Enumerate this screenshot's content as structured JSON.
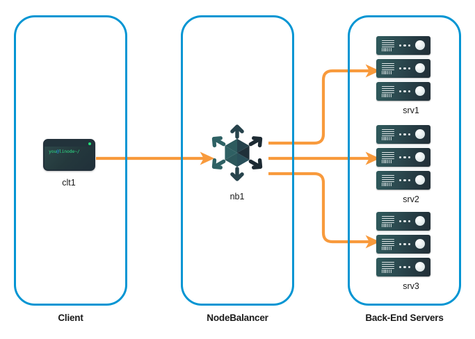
{
  "diagram": {
    "type": "network-architecture",
    "title": "NodeBalancer load balancing topology",
    "accent_blue": "#0295D3",
    "accent_orange": "#F89A3C",
    "node_dark": "#243840",
    "node_teal": "#2f5a5c",
    "background": "#FFFFFF"
  },
  "zones": [
    {
      "id": "client",
      "label": "Client"
    },
    {
      "id": "nodebalancer",
      "label": "NodeBalancer"
    },
    {
      "id": "servers",
      "label": "Back-End Servers"
    }
  ],
  "nodes": {
    "client": {
      "label": "clt1",
      "icon": "terminal-icon",
      "terminal_prompt_user": "you",
      "terminal_prompt_at": "@",
      "terminal_prompt_host": "linode~/",
      "terminal_prompt_full": "you@linode~/",
      "status_dot_color": "#25e07a"
    },
    "nodebalancer": {
      "label": "nb1",
      "icon": "nodebalancer-hex-icon",
      "arrow_count": 6
    },
    "servers": [
      {
        "label": "srv1",
        "icon": "server-rack-icon",
        "rack_units": 3
      },
      {
        "label": "srv2",
        "icon": "server-rack-icon",
        "rack_units": 3
      },
      {
        "label": "srv3",
        "icon": "server-rack-icon",
        "rack_units": 3
      }
    ]
  },
  "connections": [
    {
      "id": "clt1-to-nb1",
      "from": "clt1",
      "to": "nb1",
      "style": "straight",
      "color": "#F89A3C"
    },
    {
      "id": "nb1-to-srv1",
      "from": "nb1",
      "to": "srv1",
      "style": "elbow-up",
      "color": "#F89A3C"
    },
    {
      "id": "nb1-to-srv2",
      "from": "nb1",
      "to": "srv2",
      "style": "straight",
      "color": "#F89A3C"
    },
    {
      "id": "nb1-to-srv3",
      "from": "nb1",
      "to": "srv3",
      "style": "elbow-down",
      "color": "#F89A3C"
    }
  ]
}
